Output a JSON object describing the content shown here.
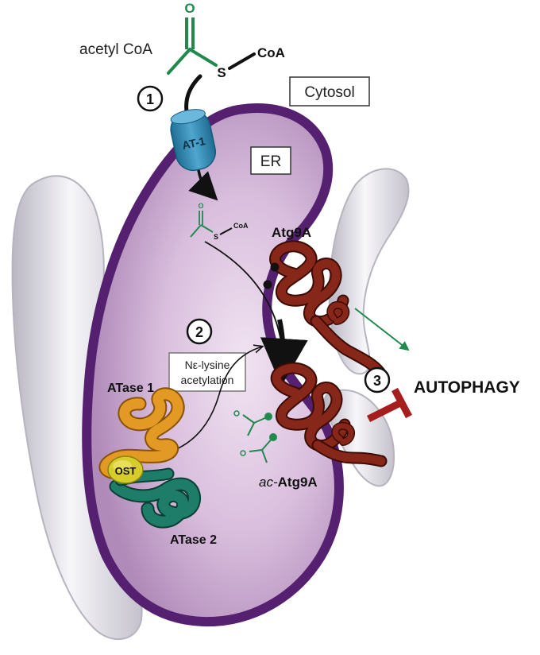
{
  "labels": {
    "acetyl_coa": "acetyl CoA",
    "coa_bold": "CoA",
    "oxygen": "O",
    "sulfur": "S",
    "cytosol": "Cytosol",
    "at1": "AT-1",
    "er": "ER",
    "coa_small": "CoA",
    "sulfur_small": "S",
    "oxygen_small": "O",
    "atg9a": "Atg9A",
    "ac_prefix": "ac-",
    "ac_atg9a": "Atg9A",
    "lysine_line1": "Nε-lysine",
    "lysine_line2": "acetylation",
    "atase1": "ATase 1",
    "ost": "OST",
    "atase2": "ATase 2",
    "autophagy": "AUTOPHAGY"
  },
  "steps": [
    "1",
    "2",
    "3"
  ],
  "colors": {
    "er_fill": "#d7b8dc",
    "er_border": "#5a1f7a",
    "at1": "#3a8fb5",
    "atg9a": "#7a1e10",
    "atase1": "#e0901a",
    "ost": "#d6cc2a",
    "atase2": "#1c7a66",
    "acetyl_green": "#1f8a4c",
    "inhibit_red": "#a51d1d",
    "membrane_grey": "#c9c7d1"
  }
}
